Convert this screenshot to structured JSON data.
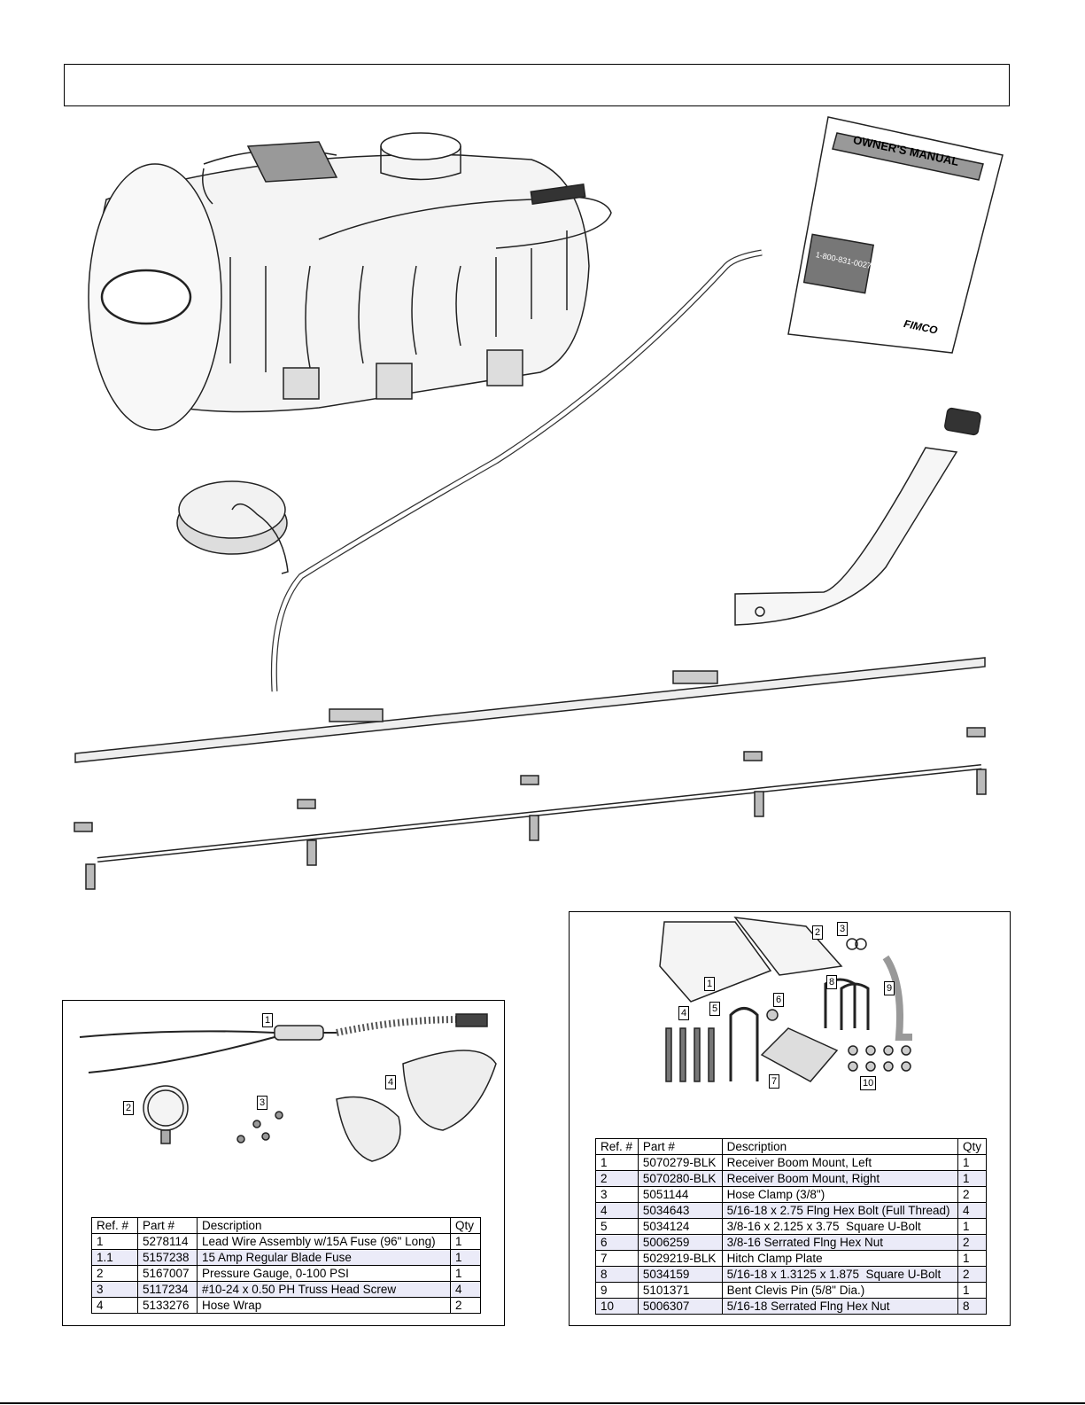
{
  "illustration": {
    "manual_cover": {
      "title": "OWNER'S MANUAL",
      "phone": "1-800-831-0027",
      "brand": "FIMCO"
    }
  },
  "left_kit": {
    "callouts": [
      "1",
      "2",
      "3",
      "4"
    ],
    "table": {
      "headers": [
        "Ref. #",
        "Part #",
        "Description",
        "Qty"
      ],
      "rows": [
        [
          "1",
          "5278114",
          "Lead Wire Assembly w/15A Fuse (96\" Long)",
          "1"
        ],
        [
          "1.1",
          "5157238",
          "15 Amp Regular Blade Fuse",
          "1"
        ],
        [
          "2",
          "5167007",
          "Pressure Gauge, 0-100 PSI",
          "1"
        ],
        [
          "3",
          "5117234",
          "#10-24 x 0.50 PH Truss Head Screw",
          "4"
        ],
        [
          "4",
          "5133276",
          "Hose Wrap",
          "2"
        ]
      ]
    }
  },
  "right_kit": {
    "callouts": [
      "1",
      "2",
      "3",
      "4",
      "5",
      "6",
      "7",
      "8",
      "9",
      "10"
    ],
    "table": {
      "headers": [
        "Ref. #",
        "Part #",
        "Description",
        "Qty"
      ],
      "rows": [
        [
          "1",
          "5070279-BLK",
          "Receiver Boom Mount, Left",
          "1"
        ],
        [
          "2",
          "5070280-BLK",
          "Receiver Boom Mount, Right",
          "1"
        ],
        [
          "3",
          "5051144",
          "Hose Clamp (3/8\")",
          "2"
        ],
        [
          "4",
          "5034643",
          "5/16-18 x 2.75 Flng Hex Bolt (Full Thread)",
          "4"
        ],
        [
          "5",
          "5034124",
          "3/8-16 x 2.125 x 3.75  Square U-Bolt",
          "1"
        ],
        [
          "6",
          "5006259",
          "3/8-16 Serrated Flng Hex Nut",
          "2"
        ],
        [
          "7",
          "5029219-BLK",
          "Hitch Clamp Plate",
          "1"
        ],
        [
          "8",
          "5034159",
          "5/16-18 x 1.3125 x 1.875  Square U-Bolt",
          "2"
        ],
        [
          "9",
          "5101371",
          "Bent Clevis Pin (5/8\" Dia.)",
          "1"
        ],
        [
          "10",
          "5006307",
          "5/16-18 Serrated Flng Hex Nut",
          "8"
        ]
      ]
    }
  }
}
